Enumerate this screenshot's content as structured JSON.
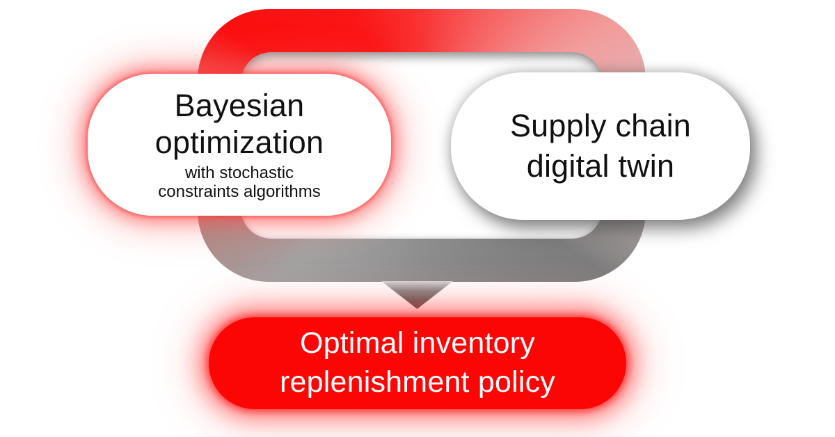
{
  "colors": {
    "background": "#ffffff",
    "ring_red": "#fb0f0f",
    "ring_pink": "#f29c9c",
    "ring_gray": "#8e8e8e",
    "node_fill": "#ffffff",
    "node_text": "#111111",
    "glow_red": "#ff4040",
    "shadow_gray": "#707070",
    "outcome_fill": "#fb0505",
    "outcome_text": "#ffffff",
    "arrow_light": "#d8d8d8",
    "arrow_dark": "#4f4f4f"
  },
  "nodes": {
    "bayesian": {
      "title": [
        "Bayesian",
        "optimization"
      ],
      "subtitle": [
        "with stochastic",
        "constraints algorithms"
      ]
    },
    "supply_chain": {
      "title": [
        "Supply chain",
        "digital twin"
      ]
    },
    "outcome": {
      "title": [
        "Optimal inventory",
        "replenishment policy"
      ]
    }
  }
}
